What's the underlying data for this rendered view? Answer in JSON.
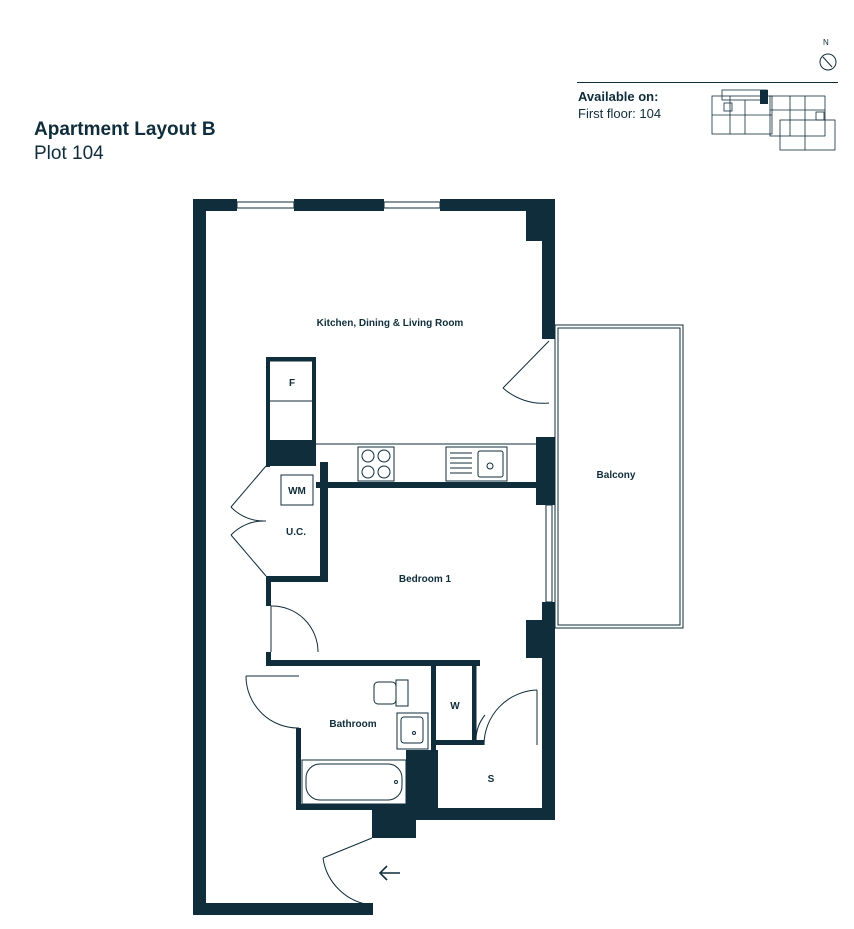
{
  "header": {
    "title": "Apartment Layout B",
    "plot": "Plot 104"
  },
  "availability": {
    "label": "Available on:",
    "floor": "First floor: 104"
  },
  "compass": {
    "north_label": "N",
    "icon": "compass-icon"
  },
  "rooms": {
    "living": "Kitchen, Dining & Living Room",
    "balcony": "Balcony",
    "bedroom": "Bedroom 1",
    "bathroom": "Bathroom",
    "uc": "U.C.",
    "wm": "WM",
    "fridge": "F",
    "wardrobe": "W",
    "store": "S"
  },
  "colors": {
    "wall": "#0f2d3a",
    "background": "#ffffff"
  }
}
